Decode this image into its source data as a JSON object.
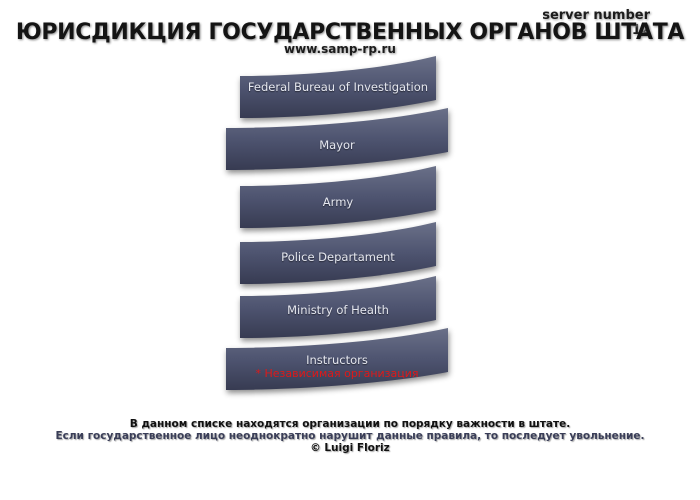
{
  "header": {
    "server": "server number 12",
    "title": "ЮРИСДИКЦИЯ ГОСУДАРСТВЕННЫХ ОРГАНОВ ШТАТА",
    "site": "www.samp-rp.ru"
  },
  "agencies": [
    {
      "label": "Federal Bureau of Investigation"
    },
    {
      "label": "Mayor"
    },
    {
      "label": "Army"
    },
    {
      "label": "Police Departament"
    },
    {
      "label": "Ministry of Health"
    },
    {
      "label": "Instructors",
      "sublabel": "* Независимая организация"
    }
  ],
  "footer": {
    "line1": "В данном списке находятся организации по порядку важности в штате.",
    "line2": "Если государственное лицо неоднократно нарушит данные правила, то последует увольнение.",
    "copyright": "© Luigi Floriz"
  },
  "colors": {
    "flag_top": "#6a7088",
    "flag_mid": "#4e5470",
    "flag_bottom": "#373b52",
    "label": "#e6e8f0",
    "note_red": "#e01818"
  }
}
